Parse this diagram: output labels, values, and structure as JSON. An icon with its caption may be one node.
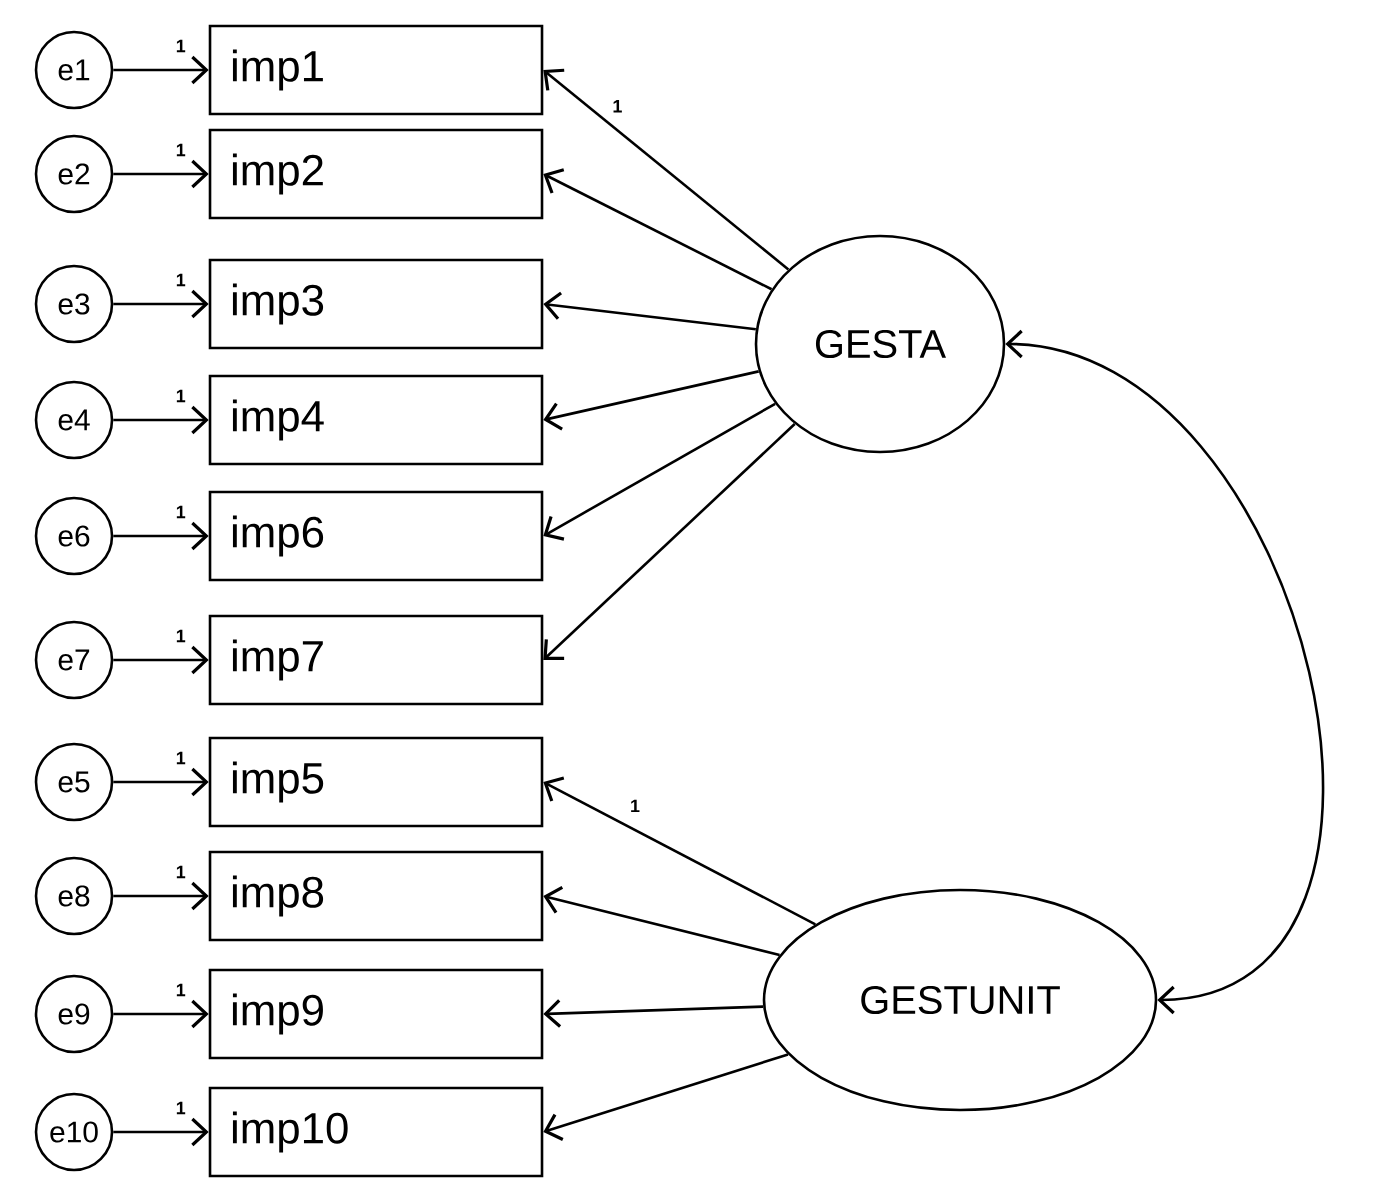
{
  "diagram": {
    "nodes": [
      {
        "text": [
          "e1"
        ]
      },
      {
        "text": [
          "imp1"
        ]
      },
      {
        "text": [
          "e2"
        ]
      },
      {
        "text": [
          "imp2"
        ]
      },
      {
        "text": [
          "e3"
        ]
      },
      {
        "text": [
          "imp3"
        ]
      },
      {
        "text": [
          "e4"
        ]
      },
      {
        "text": [
          "imp4"
        ]
      },
      {
        "text": [
          "e6"
        ]
      },
      {
        "text": [
          "imp6"
        ]
      },
      {
        "text": [
          "e7"
        ]
      },
      {
        "text": [
          "imp7"
        ]
      },
      {
        "text": [
          "e5"
        ]
      },
      {
        "text": [
          "imp5"
        ]
      },
      {
        "text": [
          "e8"
        ]
      },
      {
        "text": [
          "imp8"
        ]
      },
      {
        "text": [
          "e9"
        ]
      },
      {
        "text": [
          "imp9"
        ]
      },
      {
        "text": [
          "e10"
        ]
      },
      {
        "text": [
          "imp10"
        ]
      },
      {
        "text": [
          "GESTA"
        ]
      },
      {
        "text": [
          "GESTUNIT"
        ]
      }
    ],
    "edges": [
      {
        "from": 0,
        "to": 1,
        "arrow": "to",
        "label": "1"
      },
      {
        "from": 2,
        "to": 3,
        "arrow": "to",
        "label": "1"
      },
      {
        "from": 4,
        "to": 5,
        "arrow": "to",
        "label": "1"
      },
      {
        "from": 6,
        "to": 7,
        "arrow": "to",
        "label": "1"
      },
      {
        "from": 8,
        "to": 9,
        "arrow": "to",
        "label": "1"
      },
      {
        "from": 10,
        "to": 11,
        "arrow": "to",
        "label": "1"
      },
      {
        "from": 12,
        "to": 13,
        "arrow": "to",
        "label": "1"
      },
      {
        "from": 14,
        "to": 15,
        "arrow": "to",
        "label": "1"
      },
      {
        "from": 16,
        "to": 17,
        "arrow": "to",
        "label": "1"
      },
      {
        "from": 18,
        "to": 19,
        "arrow": "to",
        "label": "1"
      },
      {
        "from": 20,
        "to": 1,
        "arrow": "to",
        "label": "1"
      },
      {
        "from": 20,
        "to": 3,
        "arrow": "to"
      },
      {
        "from": 20,
        "to": 5,
        "arrow": "to"
      },
      {
        "from": 20,
        "to": 7,
        "arrow": "to"
      },
      {
        "from": 20,
        "to": 9,
        "arrow": "to"
      },
      {
        "from": 20,
        "to": 11,
        "arrow": "to"
      },
      {
        "from": 21,
        "to": 13,
        "arrow": "to",
        "label": "1"
      },
      {
        "from": 21,
        "to": 15,
        "arrow": "to"
      },
      {
        "from": 21,
        "to": 17,
        "arrow": "to"
      },
      {
        "from": 21,
        "to": 19,
        "arrow": "to"
      },
      {
        "from": 20,
        "to": 21,
        "arrow": "both"
      }
    ]
  }
}
